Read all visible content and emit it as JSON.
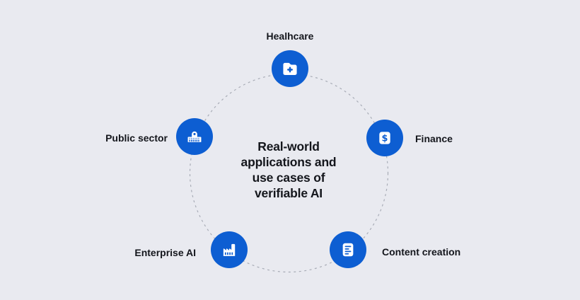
{
  "diagram": {
    "title": "Real-world applications and use cases of verifiable AI",
    "title_lines": [
      "Real-world",
      "applications and",
      "use cases of",
      "verifiable AI"
    ],
    "nodes": [
      {
        "id": "healthcare",
        "label": "Healhcare",
        "icon": "medical-folder-icon",
        "position": "top"
      },
      {
        "id": "finance",
        "label": "Finance",
        "icon": "dollar-sign-icon",
        "position": "right"
      },
      {
        "id": "content-creation",
        "label": "Content creation",
        "icon": "document-lines-icon",
        "position": "bottom-right"
      },
      {
        "id": "enterprise-ai",
        "label": "Enterprise AI",
        "icon": "factory-icon",
        "position": "bottom-left"
      },
      {
        "id": "public-sector",
        "label": "Public sector",
        "icon": "government-building-icon",
        "position": "left"
      }
    ],
    "icon_glyphs": {
      "finance_symbol": "$"
    },
    "colors": {
      "background": "#e9eaf0",
      "node_circle": "#0d5ed2",
      "icon": "#ffffff",
      "text": "#14161c",
      "dashed_ring": "#a8acb6"
    }
  }
}
